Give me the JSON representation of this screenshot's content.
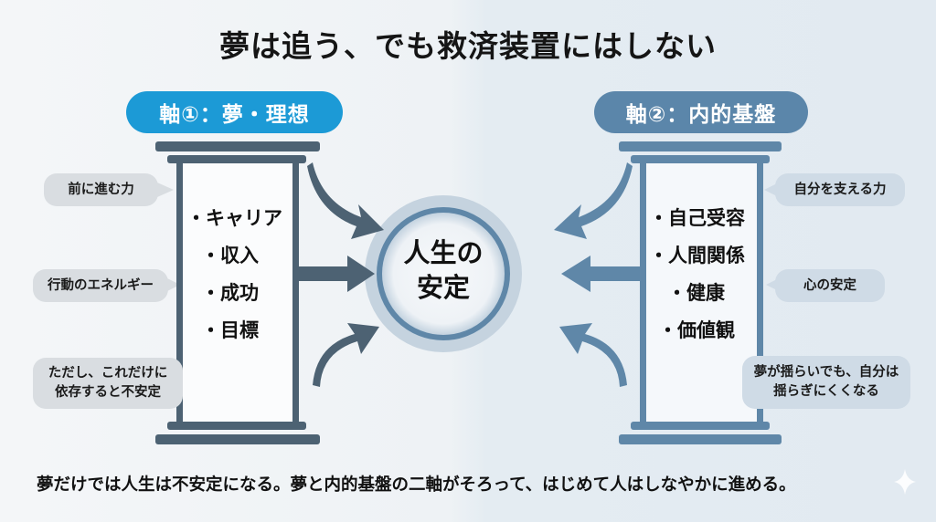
{
  "title": "夢は追う、でも救済装置にはしない",
  "left_axis": {
    "label": "軸①：夢・理想",
    "items": [
      "・キャリア",
      "・収入",
      "・成功",
      "・目標"
    ],
    "notes": [
      "前に進む力",
      "行動のエネルギー",
      "ただし、これだけに依存すると不安定"
    ],
    "color": "#1c9ad6",
    "pillar_color": "#4d6273"
  },
  "right_axis": {
    "label": "軸②：内的基盤",
    "items": [
      "・自己受容",
      "・人間関係",
      "・健康",
      "・価値観"
    ],
    "notes": [
      "自分を支える力",
      "心の安定",
      "夢が揺らいでも、自分は揺らぎにくくなる"
    ],
    "color": "#5b86aa",
    "pillar_color": "#5f87a8"
  },
  "center": {
    "line1": "人生の",
    "line2": "安定"
  },
  "footer": "夢だけでは人生は不安定になる。夢と内的基盤の二軸がそろって、はじめて人はしなやかに進める。",
  "decor_icon": "sparkle-icon"
}
